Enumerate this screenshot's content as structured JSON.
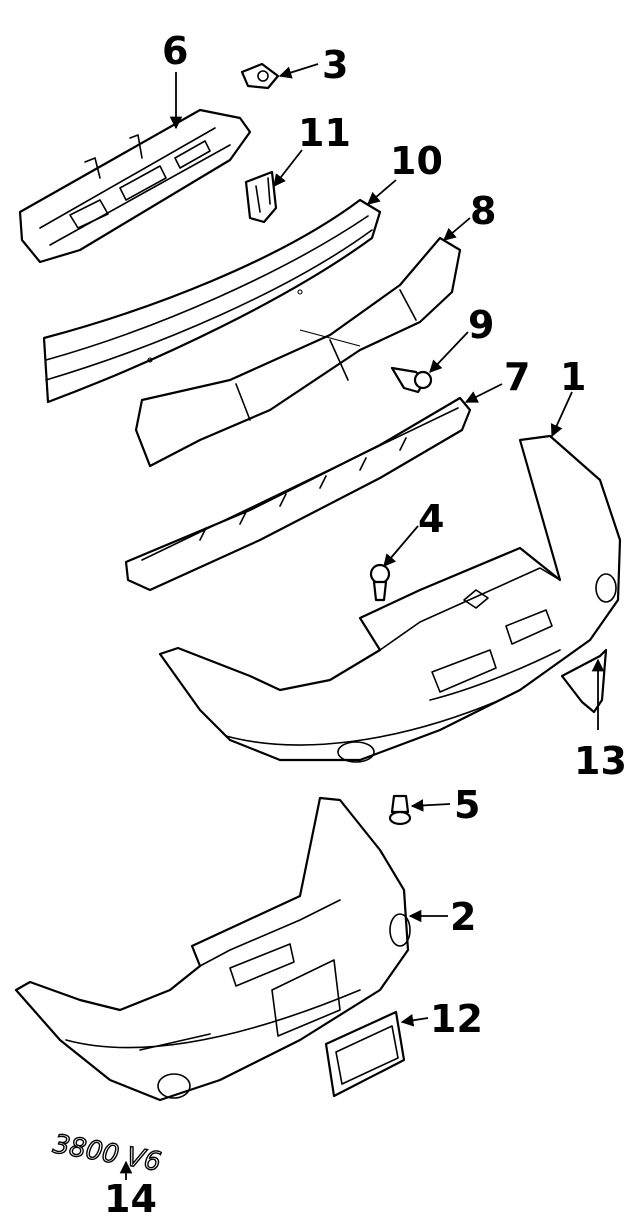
{
  "diagram": {
    "callouts": [
      {
        "id": "1",
        "label": "1"
      },
      {
        "id": "2",
        "label": "2"
      },
      {
        "id": "3",
        "label": "3"
      },
      {
        "id": "4",
        "label": "4"
      },
      {
        "id": "5",
        "label": "5"
      },
      {
        "id": "6",
        "label": "6"
      },
      {
        "id": "7",
        "label": "7"
      },
      {
        "id": "8",
        "label": "8"
      },
      {
        "id": "9",
        "label": "9"
      },
      {
        "id": "10",
        "label": "10"
      },
      {
        "id": "11",
        "label": "11"
      },
      {
        "id": "12",
        "label": "12"
      },
      {
        "id": "13",
        "label": "13"
      },
      {
        "id": "14",
        "label": "14"
      }
    ],
    "emblem_text": "3800 V6"
  }
}
